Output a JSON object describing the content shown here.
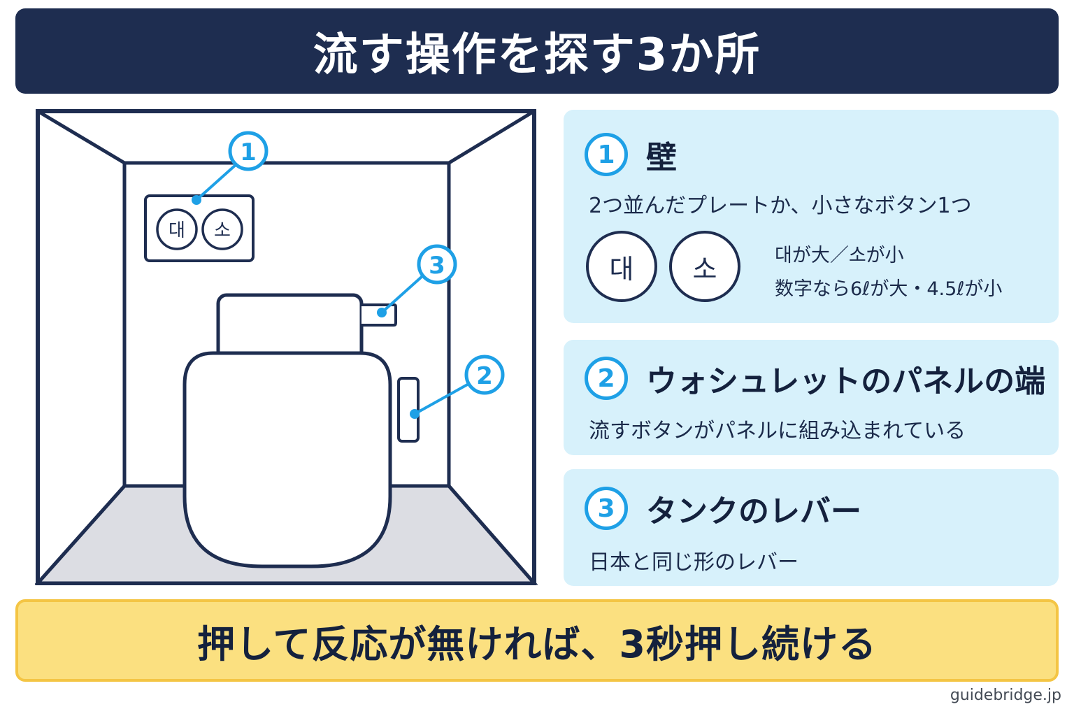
{
  "header": {
    "title": "流す操作を探す3か所"
  },
  "illustration": {
    "wall_plate": {
      "left_label": "대",
      "right_label": "소"
    },
    "callouts": [
      "1",
      "2",
      "3"
    ]
  },
  "cards": [
    {
      "number": "1",
      "title": "壁",
      "subtitle": "2つ並んだプレートか、小さなボタン1つ",
      "buttons": [
        "대",
        "소"
      ],
      "notes": [
        "대が大／소が小",
        "数字なら6ℓが大・4.5ℓが小"
      ]
    },
    {
      "number": "2",
      "title": "ウォシュレットのパネルの端",
      "subtitle": "流すボタンがパネルに組み込まれている"
    },
    {
      "number": "3",
      "title": "タンクのレバー",
      "subtitle": "日本と同じ形のレバー"
    }
  ],
  "footer": {
    "text": "押して反応が無ければ、3秒押し続ける"
  },
  "credit": "guidebridge.jp",
  "colors": {
    "navy": "#1e2d50",
    "accent_blue": "#1ea0e6",
    "card_bg": "#d7f1fb",
    "footer_bg": "#fbe080",
    "footer_border": "#f4c544",
    "floor": "#dcdde3"
  }
}
